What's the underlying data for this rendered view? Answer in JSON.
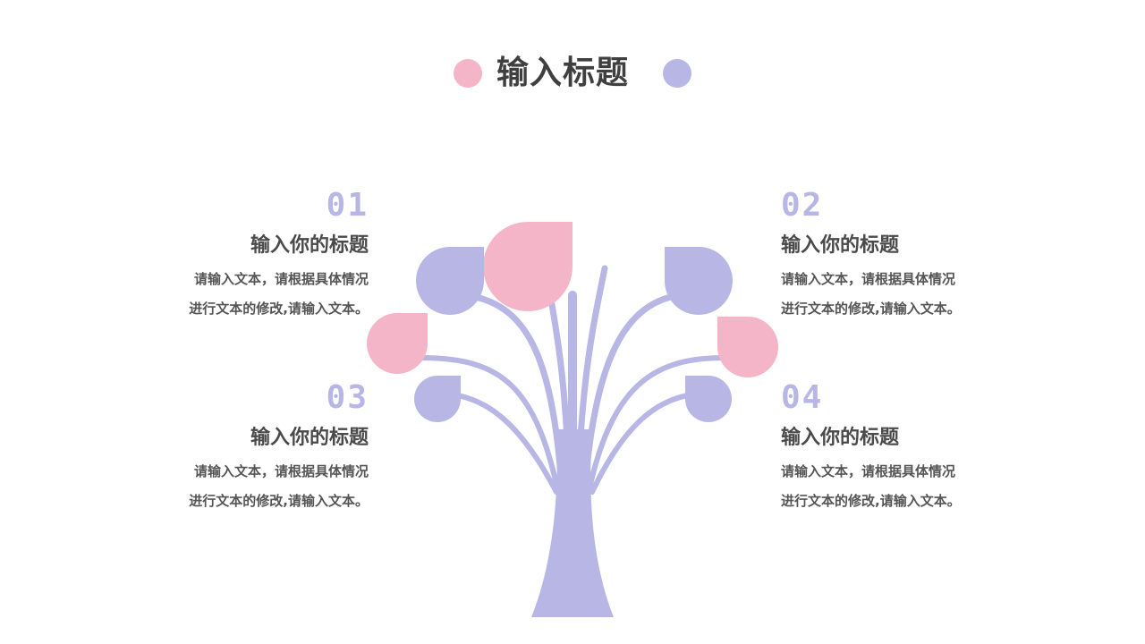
{
  "title": {
    "text": "输入标题",
    "left_dot_color": "#f5b5c8",
    "right_dot_color": "#b7b6e4"
  },
  "colors": {
    "pink": "#f5b5c8",
    "purple": "#b7b6e4",
    "text": "#4a4a4a"
  },
  "blocks": [
    {
      "number": "01",
      "heading": "输入你的标题",
      "line1": "请输入文本，请根据具体情况",
      "line2": "进行文本的修改,请输入文本。"
    },
    {
      "number": "02",
      "heading": "输入你的标题",
      "line1": "请输入文本，请根据具体情况",
      "line2": "进行文本的修改,请输入文本。"
    },
    {
      "number": "03",
      "heading": "输入你的标题",
      "line1": "请输入文本，请根据具体情况",
      "line2": "进行文本的修改,请输入文本。"
    },
    {
      "number": "04",
      "heading": "输入你的标题",
      "line1": "请输入文本，请根据具体情况",
      "line2": "进行文本的修改,请输入文本。"
    }
  ]
}
